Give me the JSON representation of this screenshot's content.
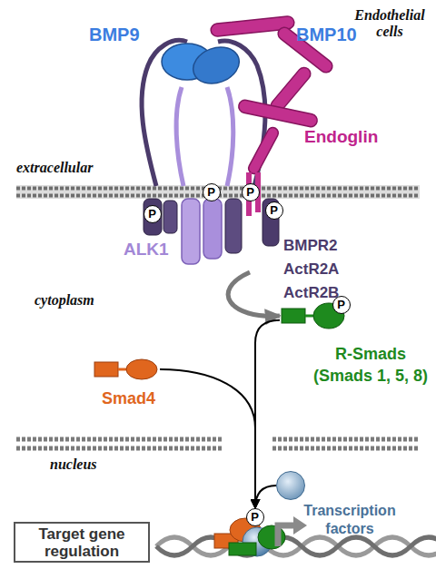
{
  "diagram": {
    "nodes": [
      {
        "text": [
          "ALK1",
          "BMPR2 ActR2A ActR2B"
        ]
      },
      {
        "text": [
          "P"
        ],
        "in": 0
      },
      {
        "text": [
          "P"
        ],
        "in": 0
      },
      {
        "text": [
          "P"
        ],
        "in": 0
      },
      {
        "text": [
          "P"
        ],
        "in": 0
      },
      {
        "text": [
          "R-Smads (Smads 1, 5, 8)"
        ]
      },
      {
        "text": [
          "P"
        ],
        "in": 5
      },
      {
        "text": [
          "Smad4"
        ]
      },
      {
        "text": [
          "Transcription factors"
        ]
      },
      {
        "text": [
          "P"
        ]
      },
      {
        "text": [
          "Target gene regulation"
        ]
      }
    ],
    "edges": [
      {
        "from": 0,
        "to": 5,
        "arrow": "to"
      },
      {
        "from": 5,
        "to": 9,
        "arrow": "to"
      },
      {
        "from": 7,
        "to": 9,
        "arrow": "to"
      },
      {
        "from": 8,
        "to": 9,
        "arrow": "to"
      }
    ],
    "labels": [
      "Endothelial cells",
      "BMP9",
      "BMP10",
      "Endoglin",
      "extracellular",
      "cytoplasm",
      "nucleus"
    ]
  }
}
